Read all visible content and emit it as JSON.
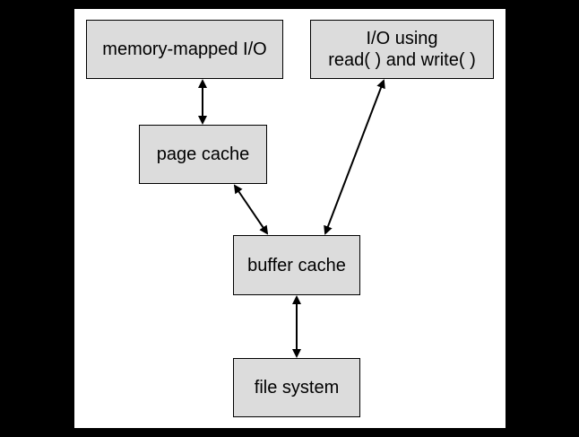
{
  "diagram": {
    "nodes": [
      {
        "id": "memory-mapped-io",
        "label": "memory-mapped I/O"
      },
      {
        "id": "io-read-write",
        "label": "I/O using\nread( ) and write( )"
      },
      {
        "id": "page-cache",
        "label": "page cache"
      },
      {
        "id": "buffer-cache",
        "label": "buffer cache"
      },
      {
        "id": "file-system",
        "label": "file system"
      }
    ],
    "edges": [
      {
        "from": "memory-mapped-io",
        "to": "page-cache",
        "direction": "both"
      },
      {
        "from": "page-cache",
        "to": "buffer-cache",
        "direction": "both"
      },
      {
        "from": "io-read-write",
        "to": "buffer-cache",
        "direction": "both"
      },
      {
        "from": "buffer-cache",
        "to": "file-system",
        "direction": "both"
      }
    ]
  },
  "colors": {
    "background": "#000000",
    "panel": "#ffffff",
    "node_fill": "#dcdcdc",
    "stroke": "#000000"
  }
}
